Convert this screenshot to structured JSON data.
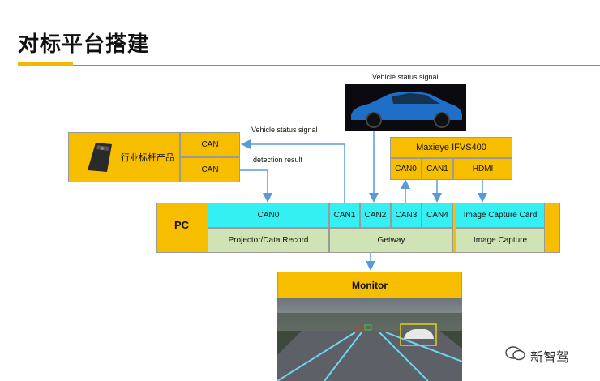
{
  "header": {
    "title": "对标平台搭建"
  },
  "diagram": {
    "device_label": "行业标杆产品",
    "device_can_top": "CAN",
    "device_can_bottom": "CAN",
    "label_vehicle_status_left": "Vehicle status signal",
    "label_detection_result": "detection result",
    "label_vehicle_status_top": "Vehicle status signal",
    "maxieye_title": "Maxieye IFVS400",
    "maxieye_can0": "CAN0",
    "maxieye_can1": "CAN1",
    "maxieye_hdmi": "HDMI",
    "pc_label": "PC",
    "pc_can0": "CAN0",
    "pc_can1": "CAN1",
    "pc_can2": "CAN2",
    "pc_can3": "CAN3",
    "pc_can4": "CAN4",
    "pc_image_capture_card": "Image Capture Card",
    "pc_projector": "Projector/Data Record",
    "pc_getway": "Getway",
    "pc_image_capture": "Image Capture",
    "monitor_label": "Monitor"
  },
  "watermark": {
    "text": "新智驾"
  },
  "colors": {
    "accent": "#f7be00",
    "can": "#35f0f2",
    "module": "#cfe3b4",
    "arrow": "#5b9bd5",
    "red_arrow": "#e00000"
  }
}
